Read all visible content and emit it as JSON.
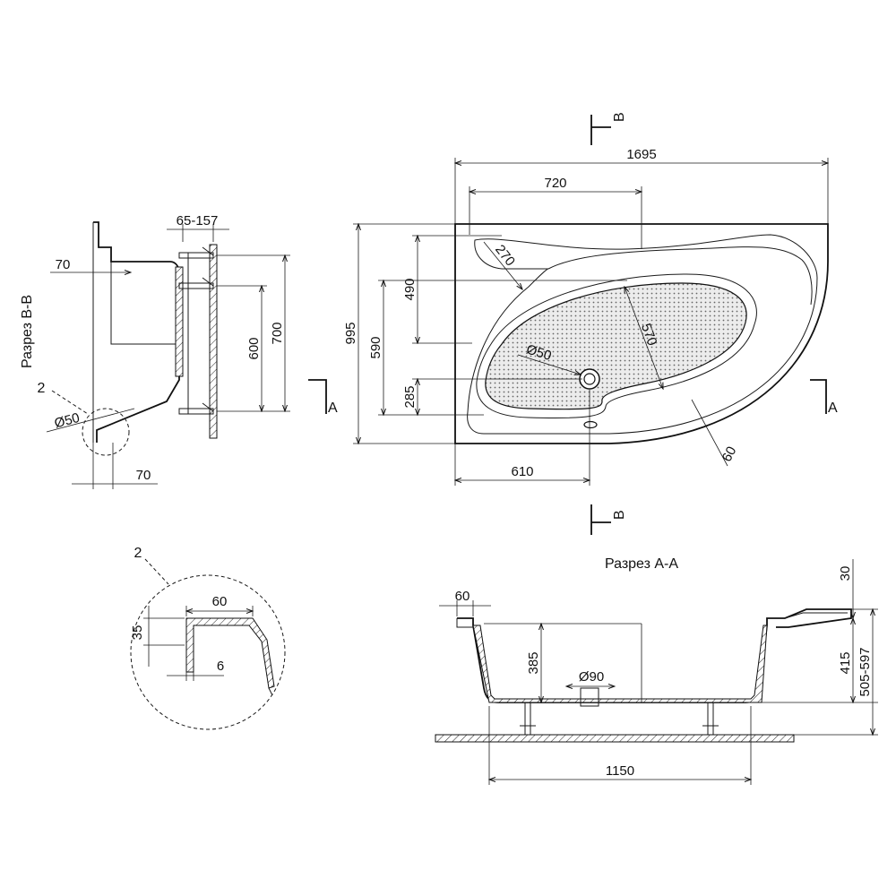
{
  "plan": {
    "total_length": "1695",
    "upper_length": "720",
    "total_width": "995",
    "width_590": "590",
    "width_490": "490",
    "width_285": "285",
    "radius_270": "270",
    "basin_len": "570",
    "drain_dia": "Ø50",
    "drain_offset": "610",
    "rim_60": "60",
    "cut_a": "A",
    "cut_b": "B"
  },
  "section_bb": {
    "title": "Разрез B-B",
    "adjust": "65-157",
    "top_70": "70",
    "bottom_70": "70",
    "h_700": "700",
    "h_600": "600",
    "drain_dia": "Ø50",
    "callout": "2"
  },
  "detail": {
    "callout": "2",
    "w_60": "60",
    "h_35": "35",
    "t_6": "6"
  },
  "section_aa": {
    "title": "Разрез A-A",
    "rim_60": "60",
    "depth_385": "385",
    "drain_dia": "Ø90",
    "h_30": "30",
    "h_415": "415",
    "h_total": "505-597",
    "bottom_len": "1150"
  }
}
